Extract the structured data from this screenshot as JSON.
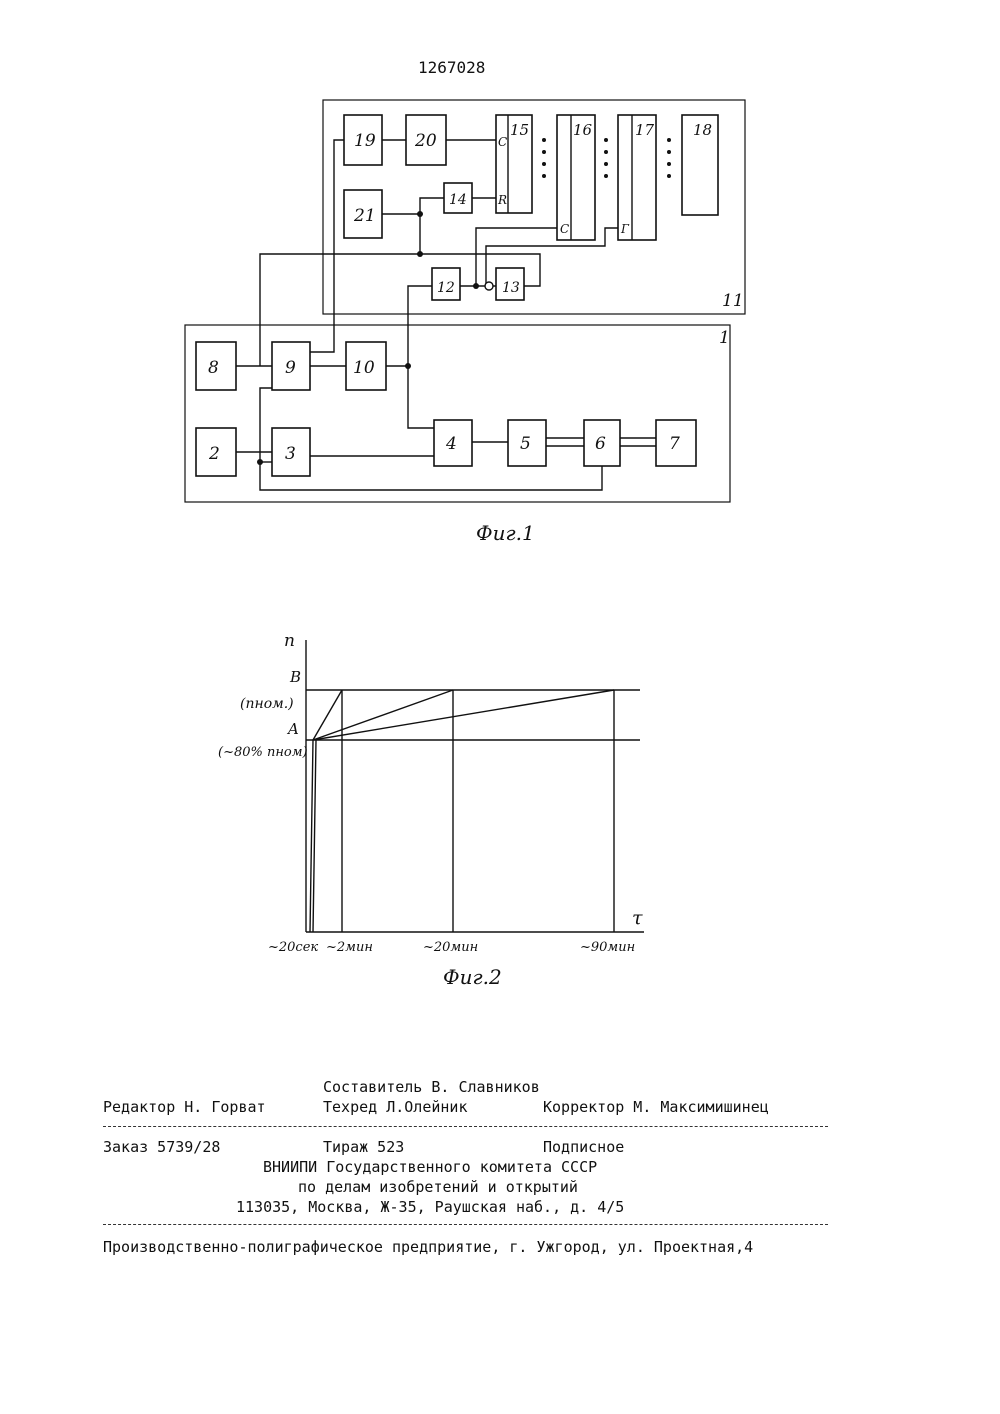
{
  "patent_number": "1267028",
  "fig1": {
    "caption": "Фиг.1",
    "block_labels": [
      "1",
      "2",
      "3",
      "4",
      "5",
      "6",
      "7",
      "8",
      "9",
      "10",
      "11",
      "12",
      "13",
      "14",
      "15",
      "16",
      "17",
      "18",
      "19",
      "20",
      "21"
    ],
    "pin_labels": {
      "c1": "C",
      "r1": "R",
      "c2": "C",
      "c3": "Г"
    }
  },
  "fig2": {
    "caption": "Фиг.2",
    "y_axis_symbol": "n",
    "x_axis_symbol": "τ",
    "level_b": "B",
    "level_b_note": "(nном.)",
    "level_a": "A",
    "level_a_note": "(~80% nном)",
    "x_ticks": [
      "~20сек",
      "~2мин",
      "~20мин",
      "~90мин"
    ]
  },
  "chart_data": {
    "type": "line",
    "title": "",
    "xlabel": "τ",
    "ylabel": "n",
    "x_categories": [
      "~20сек",
      "~2мин",
      "~20мин",
      "~90мин"
    ],
    "levels": {
      "A": "~80% nном",
      "B": "nном."
    },
    "series": [
      {
        "points": [
          [
            "0",
            "0"
          ],
          [
            "~20сек",
            "A"
          ],
          [
            "~2мин",
            "B"
          ]
        ]
      },
      {
        "points": [
          [
            "0",
            "0"
          ],
          [
            "~20сек",
            "A"
          ],
          [
            "~20мин",
            "B"
          ]
        ]
      },
      {
        "points": [
          [
            "0",
            "0"
          ],
          [
            "~20сек",
            "A"
          ],
          [
            "~90мин",
            "B"
          ]
        ]
      }
    ]
  },
  "imprint": {
    "compiler": "Составитель В. Славников",
    "editor": "Редактор Н. Горват",
    "techred": "Техред Л.Олейник",
    "corrector": "Корректор М. Максимишинец",
    "order": "Заказ 5739/28",
    "circulation": "Тираж 523",
    "subscription": "Подписное",
    "org_line1": "ВНИИПИ Государственного комитета СССР",
    "org_line2": "по делам изобретений и открытий",
    "org_address": "113035, Москва, Ж-35, Раушская наб., д. 4/5",
    "printer": "Производственно-полиграфическое предприятие, г. Ужгород, ул. Проектная,4"
  }
}
